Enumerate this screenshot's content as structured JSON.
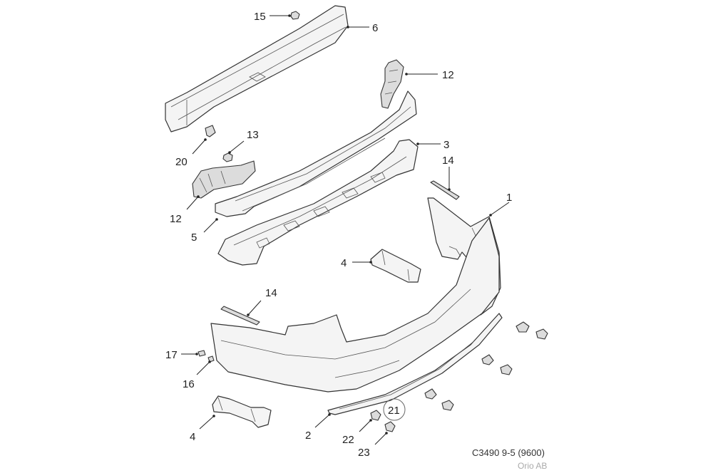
{
  "labels": {
    "l1": "1",
    "l2": "2",
    "l3": "3",
    "l4a": "4",
    "l4b": "4",
    "l5": "5",
    "l6": "6",
    "l12a": "12",
    "l12b": "12",
    "l13": "13",
    "l14a": "14",
    "l14b": "14",
    "l15": "15",
    "l16": "16",
    "l17": "17",
    "l20": "20",
    "l21": "21",
    "l22": "22",
    "l23": "23"
  },
  "caption": {
    "code": "C3490 9-5 (9600)",
    "credit": "Orio AB"
  }
}
